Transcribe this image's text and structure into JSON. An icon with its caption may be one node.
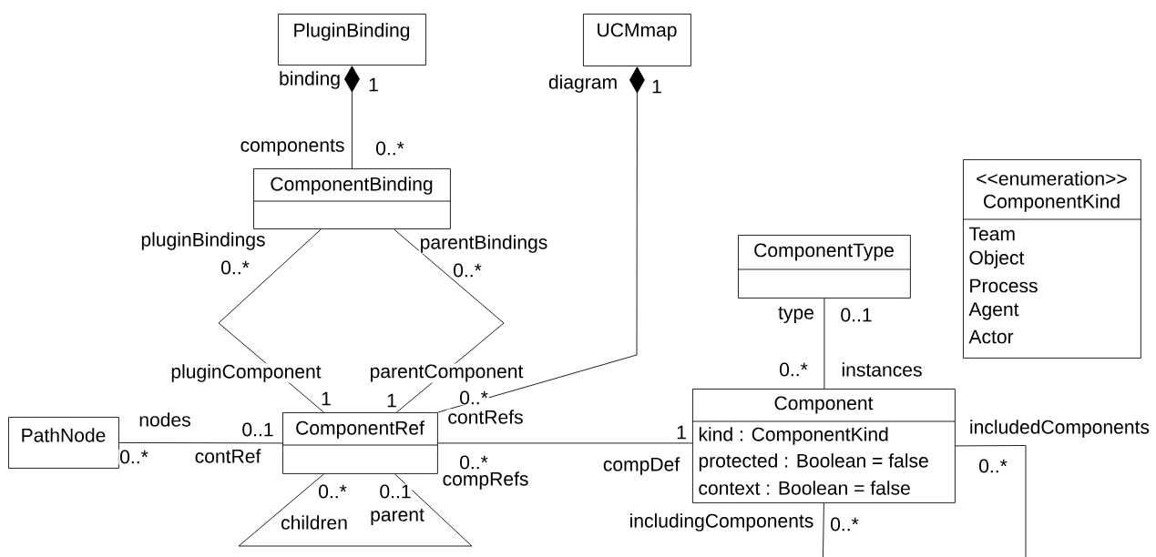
{
  "diagram": {
    "nodes": [
      {
        "text": [
          "PluginBinding"
        ]
      },
      {
        "text": [
          "UCMmap"
        ]
      },
      {
        "text": [
          "ComponentBinding"
        ]
      },
      {
        "text": [
          "ComponentType"
        ]
      },
      {
        "text": [
          "<<enumeration>>",
          "ComponentKind",
          "Team",
          "Object",
          "Process",
          "Agent",
          "Actor"
        ]
      },
      {
        "text": [
          "PathNode"
        ]
      },
      {
        "text": [
          "ComponentRef"
        ]
      },
      {
        "text": [
          "Component",
          "kind : ComponentKind",
          "protected : Boolean = false",
          "context : Boolean = false"
        ]
      }
    ],
    "edges": [
      {
        "from": 0,
        "to": 2,
        "arrow": "other"
      },
      {
        "from": 1,
        "to": 6,
        "arrow": "other"
      },
      {
        "from": 2,
        "to": 6,
        "arrow": "none"
      },
      {
        "from": 2,
        "to": 6,
        "arrow": "none"
      },
      {
        "from": 3,
        "to": 7,
        "arrow": "none"
      },
      {
        "from": 5,
        "to": 6,
        "arrow": "none"
      },
      {
        "from": 6,
        "to": 7,
        "arrow": "none"
      },
      {
        "from": 6,
        "to": 6,
        "arrow": "none"
      },
      {
        "from": 7,
        "to": 7,
        "arrow": "none"
      }
    ],
    "labels": [
      "binding",
      "1",
      "diagram",
      "1",
      "components",
      "0..*",
      "pluginBindings",
      "parentBindings",
      "0..*",
      "0..*",
      "type",
      "0..1",
      "pluginComponent",
      "parentComponent",
      "0..*",
      "instances",
      "1",
      "1",
      "0..*",
      "nodes",
      "0..1",
      "contRefs",
      "1",
      "includedComponents",
      "0..*",
      "contRef",
      "0..*",
      "compDef",
      "0..*",
      "compRefs",
      "0..*",
      "0..1",
      "children",
      "parent",
      "includingComponents",
      "0..*"
    ]
  }
}
